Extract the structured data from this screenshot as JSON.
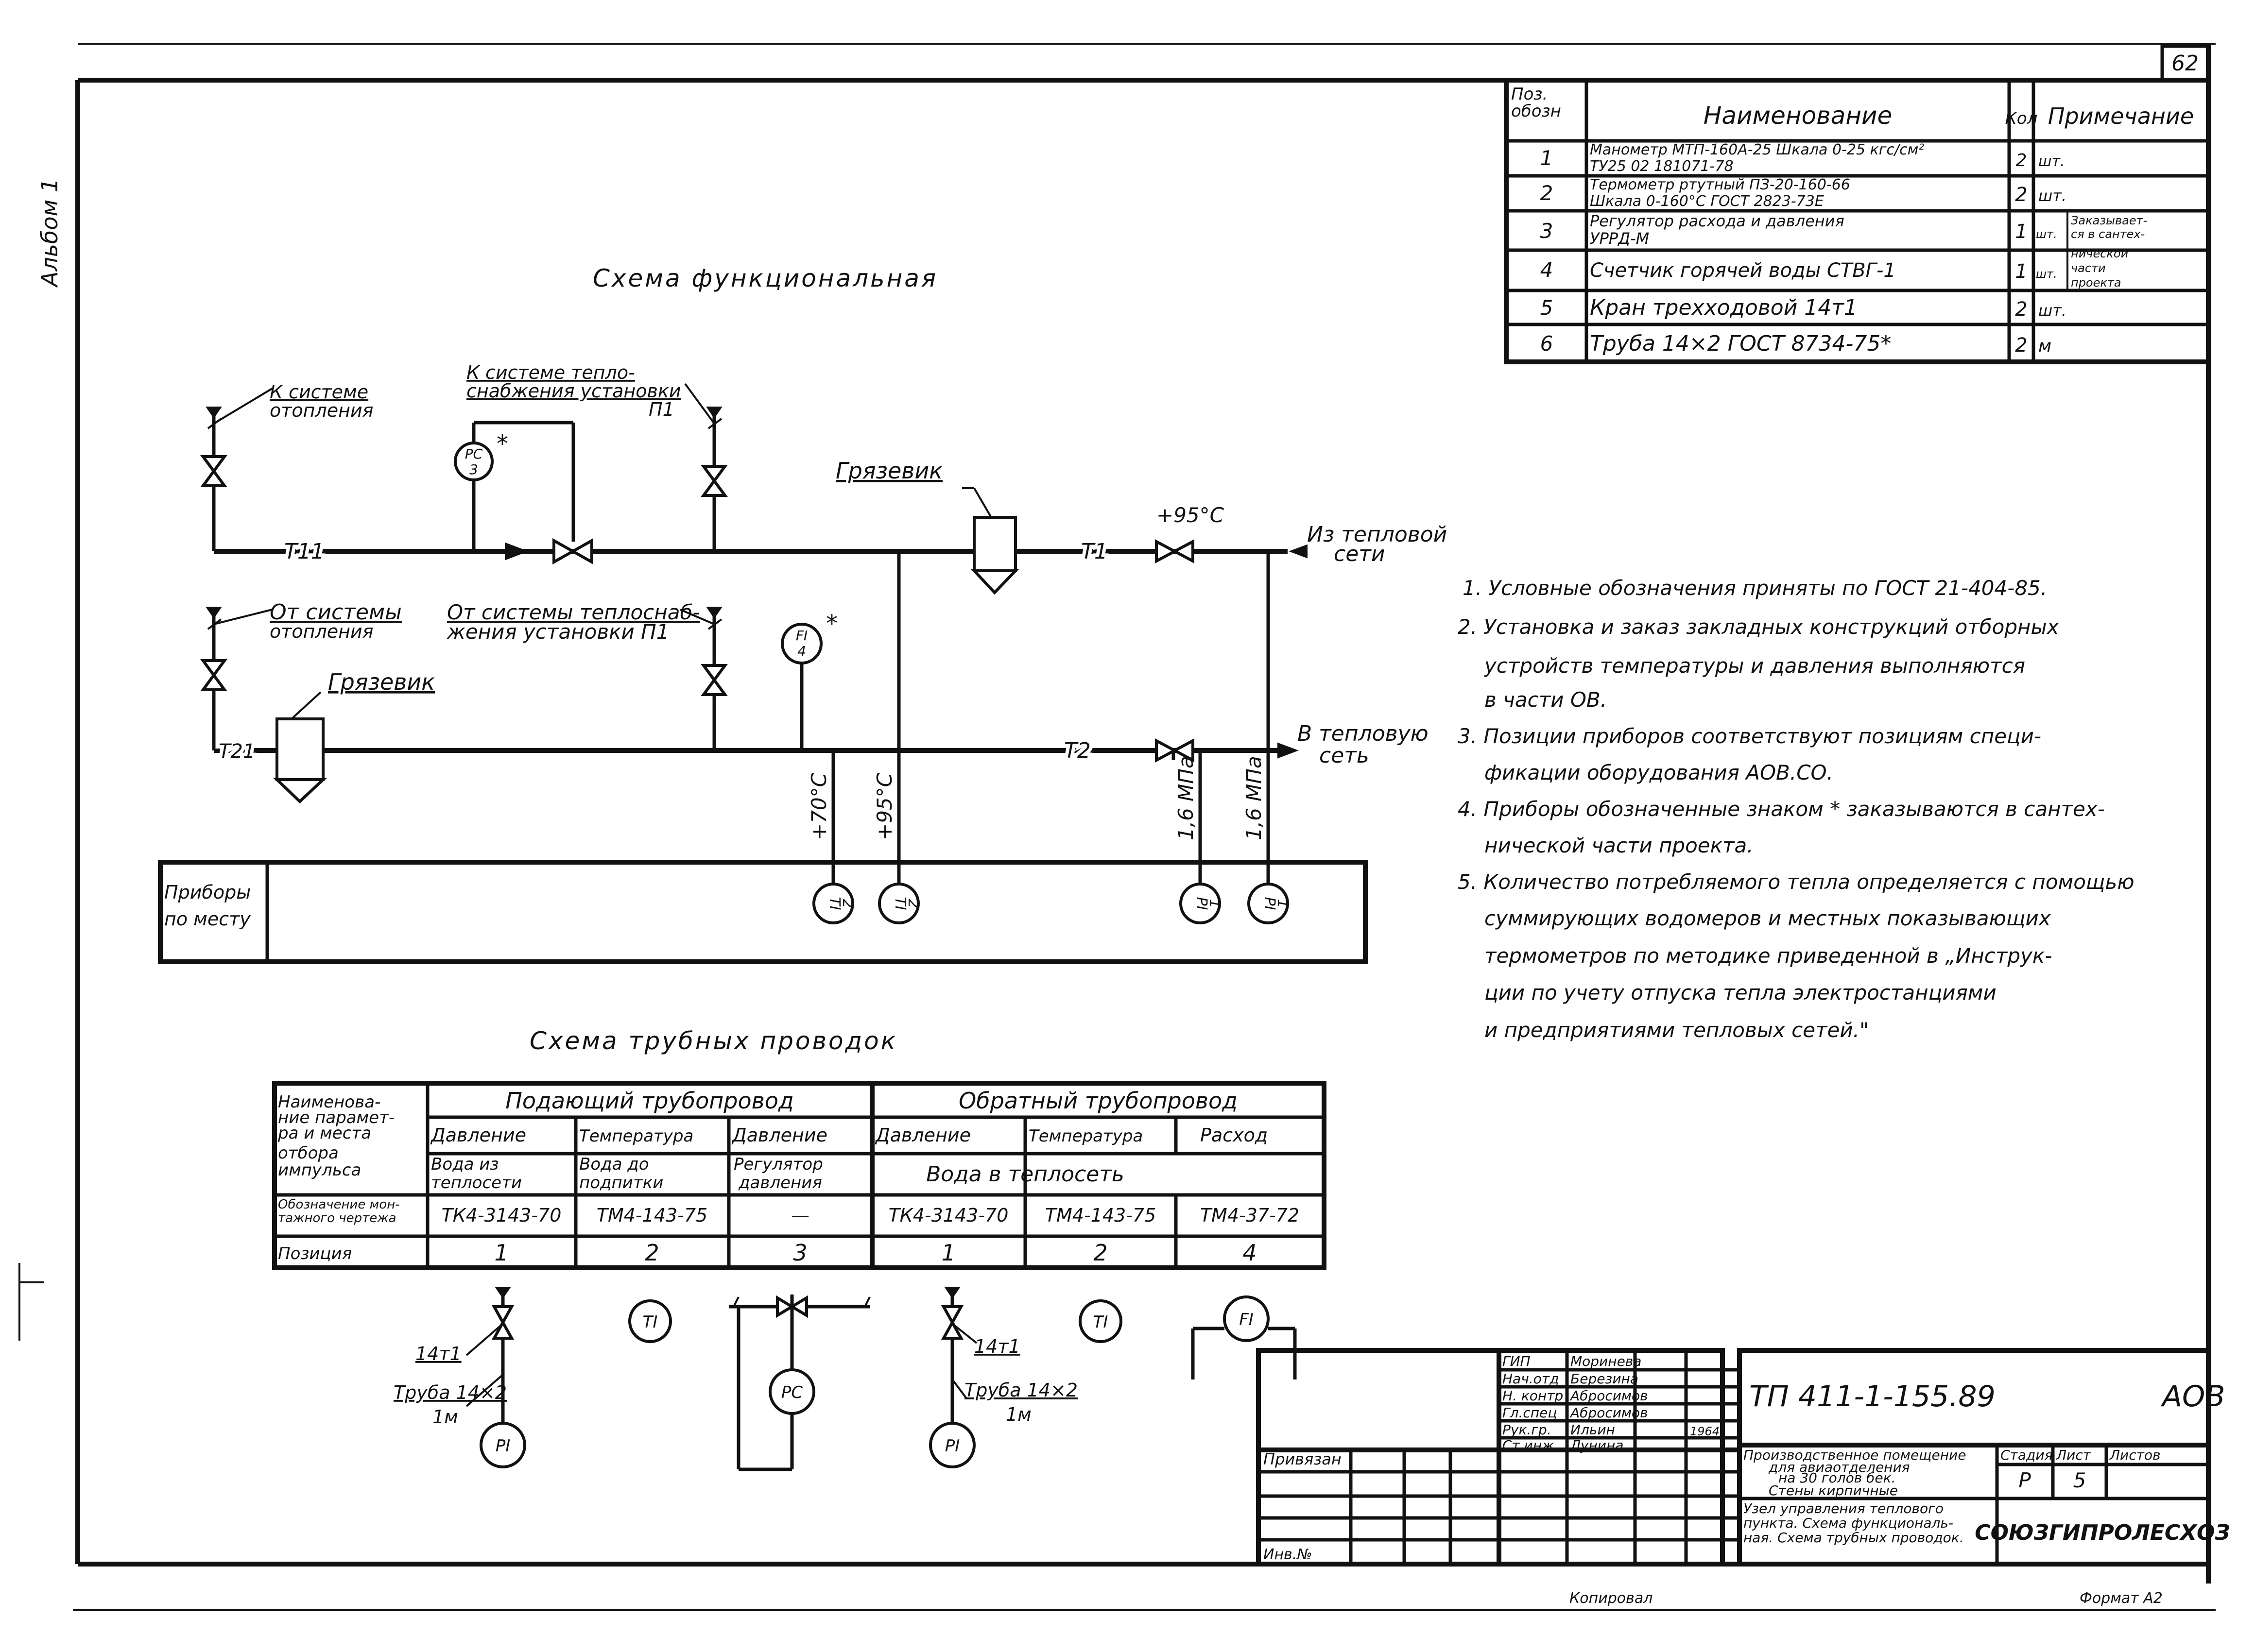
{
  "sheet_number": "62",
  "left_margin_text": "Альбом 1",
  "spec_table": {
    "headers": [
      "Поз. обозн",
      "Наименование",
      "Кол",
      "Примечание"
    ],
    "rows": [
      {
        "pos": "1",
        "name_lines": [
          "Манометр МТП-160А-25 Шкала 0-25 кгс/см²",
          "ТУ25 02 181071-78"
        ],
        "qty": "2",
        "unit": "шт."
      },
      {
        "pos": "2",
        "name_lines": [
          "Термометр ртутный ПЗ-20-160-66",
          "Шкала 0-160°С   ГОСТ 2823-73Е"
        ],
        "qty": "2",
        "unit": "шт."
      },
      {
        "pos": "3",
        "name_lines": [
          "Регулятор расхода и давления",
          "УРРД-М"
        ],
        "qty": "1",
        "unit": "шт."
      },
      {
        "pos": "4",
        "name_lines": [
          "Счетчик горячей воды СТВГ-1"
        ],
        "qty": "1",
        "unit": "шт."
      },
      {
        "pos": "5",
        "name_lines": [
          "Кран трехходовой 14т1"
        ],
        "qty": "2",
        "unit": "шт."
      },
      {
        "pos": "6",
        "name_lines": [
          "Труба 14×2   ГОСТ 8734-75*"
        ],
        "qty": "2",
        "unit": "м"
      }
    ],
    "remark_lines": [
      "Заказывает-",
      "ся в сантех-",
      "нической",
      "части",
      "проекта"
    ]
  },
  "functional_scheme": {
    "title": "Схема функциональная",
    "labels": {
      "to_heating": [
        "К системе",
        "отопления"
      ],
      "to_supply_system": [
        "К системе тепло-",
        "снабжения установки",
        "П1"
      ],
      "mud_trap_top": "Грязевик",
      "from_heating": [
        "От системы",
        "отопления"
      ],
      "from_supply_system": [
        "От системы теплоснаб-",
        "жения установки П1"
      ],
      "mud_trap_bottom": "Грязевик",
      "from_network": [
        "Из тепловой",
        "сети"
      ],
      "to_network": [
        "В тепловую",
        "сеть"
      ],
      "line_t11": "Т11",
      "line_t1": "Т1",
      "line_t21": "Т21",
      "line_t2": "Т2",
      "temp_95_top": "+95°С",
      "temp_70": "+70°С",
      "temp_95_vert": "+95°С",
      "pressure_1": "1,6 МПа",
      "pressure_2": "1,6 МПа",
      "asterisk": "*"
    },
    "instruments": [
      {
        "tag": "PC",
        "num": "3"
      },
      {
        "tag": "FI",
        "num": "4"
      },
      {
        "tag": "TI",
        "num": "2"
      },
      {
        "tag": "TI",
        "num": "2"
      },
      {
        "tag": "PI",
        "num": "1"
      },
      {
        "tag": "PI",
        "num": "1"
      }
    ],
    "local_instruments_label": [
      "Приборы",
      "по месту"
    ]
  },
  "notes": [
    "1. Условные обозначения приняты по ГОСТ 21-404-85.",
    "2. Установка и заказ закладных конструкций отборных",
    "устройств температуры и давления выполняются",
    "в части ОВ.",
    "3. Позиции приборов соответствуют позициям специ-",
    "фикации оборудования АОВ.СО.",
    "4. Приборы обозначенные знаком * заказываются в сантех-",
    "нической части проекта.",
    "5. Количество потребляемого тепла определяется с помощью",
    "суммирующих водомеров и местных показывающих",
    "термометров по методике приведенной в „Инструк-",
    "ции по учету отпуска тепла электростанциями",
    "и предприятиями тепловых сетей.\""
  ],
  "pipe_scheme": {
    "title": "Схема трубных проводок",
    "param_header": [
      "Наименова-",
      "ние парамет-",
      "ра и места",
      "отбора",
      "импульса"
    ],
    "supply_header": "Подающий трубопровод",
    "return_header": "Обратный трубопровод",
    "columns": [
      "Давление",
      "Температура",
      "Давление",
      "Давление",
      "Температура",
      "Расход"
    ],
    "medium_supply_1": [
      "Вода из",
      "теплосети"
    ],
    "medium_supply_2": [
      "Вода до",
      "подпитки"
    ],
    "medium_supply_3": [
      "Регулятор",
      "давления"
    ],
    "medium_return": "Вода в теплосеть",
    "drawing_label": [
      "Обозначение мон-",
      "тажного чертежа"
    ],
    "drawings": [
      "ТК4-3143-70",
      "ТМ4-143-75",
      "—",
      "ТК4-3143-70",
      "ТМ4-143-75",
      "ТМ4-37-72"
    ],
    "position_label": "Позиция",
    "positions": [
      "1",
      "2",
      "3",
      "1",
      "2",
      "4"
    ],
    "below": {
      "valve_label_1": "14т1",
      "pipe_label_1": "Труба 14×2",
      "length_1": "1м",
      "pi_1": "PI",
      "ti_1": "TI",
      "pc": "PC",
      "valve_label_2": "14т1",
      "pipe_label_2": "Труба 14×2",
      "length_2": "1м",
      "pi_2": "PI",
      "ti_2": "TI",
      "fi": "FI"
    }
  },
  "title_block": {
    "roles": [
      "ГИП",
      "Нач.отд",
      "Н. контр",
      "Гл.спец",
      "Рук.гр.",
      "Ст.инж"
    ],
    "names": [
      "Моринева",
      "Березина",
      "Абросимов",
      "Абросимов",
      "Ильин",
      "Лунина"
    ],
    "date": "1964",
    "doc_code": "ТП 411-1-155.89",
    "suffix": "АОВ",
    "building_lines": [
      "Производственное помещение",
      "для авиаотделения",
      "на 30 голов бек.",
      "Стены кирпичные"
    ],
    "sheet_title_lines": [
      "Узел управления теплового",
      "пункта. Схема функциональ-",
      "ная. Схема трубных проводок."
    ],
    "stage_header": "Стадия",
    "sheet_header": "Лист",
    "sheets_header": "Листов",
    "stage": "Р",
    "sheet": "5",
    "sheets": "",
    "org": "СОЮЗГИПРОЛЕСХОЗ",
    "bound_label": "Привязан",
    "inv_label": "Инв.№"
  },
  "footer": {
    "copied": "Копировал",
    "format": "Формат А2"
  }
}
